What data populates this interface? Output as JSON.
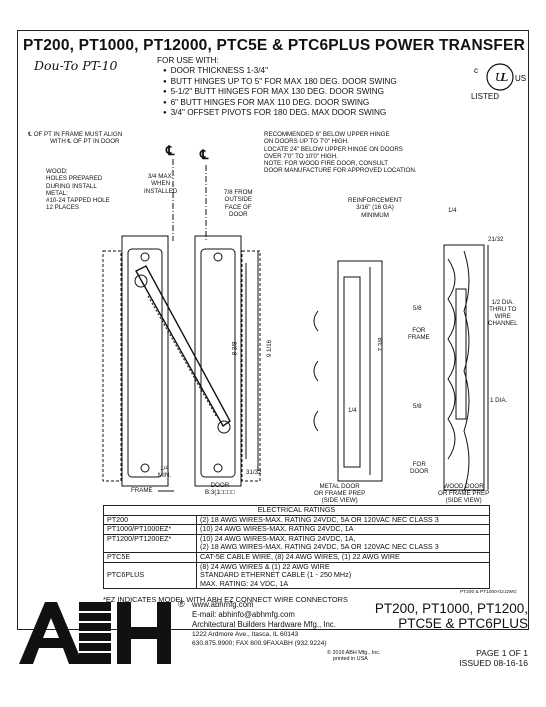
{
  "title": "PT200, PT1000, PT12000, PTC5E & PTC6PLUS POWER TRANSFER",
  "handwritten": "Dou-To PT-10",
  "for_use": {
    "heading": "FOR USE WITH:",
    "items": [
      "DOOR THICKNESS 1-3/4\"",
      "BUTT HINGES UP TO 5\" FOR MAX 180 DEG. DOOR SWING",
      "5-1/2\" BUTT HINGES FOR MAX 130 DEG. DOOR SWING",
      "6\" BUTT HINGES FOR MAX 110 DEG. DOOR SWING",
      "3/4\" OFFSET PIVOTS FOR 180 DEG. MAX DOOR SWING"
    ]
  },
  "listing": {
    "label": "LISTED",
    "c": "c",
    "us": "US"
  },
  "notes": {
    "centerline": [
      "℄ OF PT IN FRAME MUST ALIGN",
      "WITH ℄ OF PT IN DOOR"
    ],
    "recommend": [
      "RECOMMENDED 6\" BELOW UPPER HINGE",
      "ON DOORS UP TO 7'0\" HIGH.",
      "LOCATE 24\" BELOW UPPER HINGE ON DOORS",
      "OVER 7'0\" TO 10'0\" HIGH.",
      "NOTE: FOR WOOD FIRE DOOR, CONSULT",
      "DOOR MANUFACTURE FOR APPROVED LOCATION."
    ],
    "wood": [
      "WOOD:",
      "HOLES PREPARED",
      "DURING INSTALL",
      "METAL:",
      "#10-24 TAPPED HOLE",
      "12 PLACES"
    ],
    "max_when": [
      "3/4 MAX.",
      "WHEN",
      "INSTALLED"
    ],
    "from_outside": [
      "7/8 FROM",
      "OUTSIDE",
      "FACE OF",
      "DOOR"
    ],
    "reinforcement": [
      "REINFORCEMENT",
      "3/16\" (16 GA)",
      "MINIMUM"
    ],
    "for_frame": [
      "FOR",
      "FRAME"
    ],
    "for_door": [
      "FOR",
      "DOOR"
    ],
    "dia_thru": [
      "1/2 DIA.",
      "THRU TO",
      "WIRE",
      "CHANNEL"
    ],
    "one_dia": "1 DIA.",
    "min": [
      "1/4",
      "MIN."
    ],
    "frame_label": "FRAME",
    "door_label": "DOOR",
    "door_sub": "B:3(1□□□□",
    "metal_door": [
      "METAL DOOR",
      "OR FRAME PREP",
      "(SIDE VIEW)"
    ],
    "wood_door": [
      "WOOD DOOR",
      "OR FRAME PREP",
      "(SIDE VIEW)"
    ],
    "dim_9": "9 1/16",
    "dim_8": "8 3/8",
    "dim_31": "31/32",
    "dim_7": "7 3/8",
    "dim_1_4a": "1/4",
    "dim_1_4b": "1/4",
    "dim_5_8a": "5/8",
    "dim_5_8b": "5/8",
    "dim_21": "21/32",
    "cl": "℄"
  },
  "electrical": {
    "header": "ELECTRICAL RATINGS",
    "rows": [
      {
        "model": "PT200",
        "desc": [
          "(2) 18 AWG WIRES-MAX. RATING 24VDC, 5A OR 120VAC NEC CLASS 3"
        ]
      },
      {
        "model": "PT1000/PT1000EZ*",
        "desc": [
          "(10) 24 AWG WIRES-MAX. RATING 24VDC, 1A"
        ]
      },
      {
        "model": "PT1200/PT1200EZ*",
        "desc": [
          "(10) 24 AWG WIRES-MAX. RATING 24VDC, 1A,",
          "(2) 18 AWG WIRES-MAX. RATING 24VDC, 5A OR 120VAC NEC CLASS 3"
        ]
      },
      {
        "model": "PTC5E",
        "desc": [
          "CAT-5E CABLE WIRE, (8) 24 AWG WIRES, (1) 22 AWG WIRE"
        ]
      },
      {
        "model": "PTC6PLUS",
        "desc": [
          "(8) 24 AWG WIRES & (1) 22 AWG WIRE",
          "STANDARD ETHERNET CABLE (1 - 250 MHz)",
          "MAX. RATING: 24 VDC, 1A"
        ]
      }
    ]
  },
  "ez_note": "*EZ INDICATES MODEL WITH ABH EZ CONNECT WIRE CONNECTORS",
  "drawing_number": "PT200 & PT1000-02.DWG",
  "footer": {
    "logo": "ABH",
    "reg": "®",
    "web": "www.abhmfg.com",
    "email": "E-mail: abhinfo@abhmfg.com",
    "company": "Architectural Builders Hardware Mfg., Inc.",
    "address": "1222 Ardmore Ave., Itasca, IL 60143",
    "phone": "630.875.9900; FAX 800.9FAXABH (932.9224)",
    "copyright": "© 2016 ABH Mfg., Inc.",
    "printed": "printed in USA",
    "models": [
      "PT200, PT1000, PT1200,",
      "PTC5E & PTC6PLUS"
    ],
    "page": "PAGE 1 OF 1",
    "issued": "ISSUED 08-16-16"
  }
}
